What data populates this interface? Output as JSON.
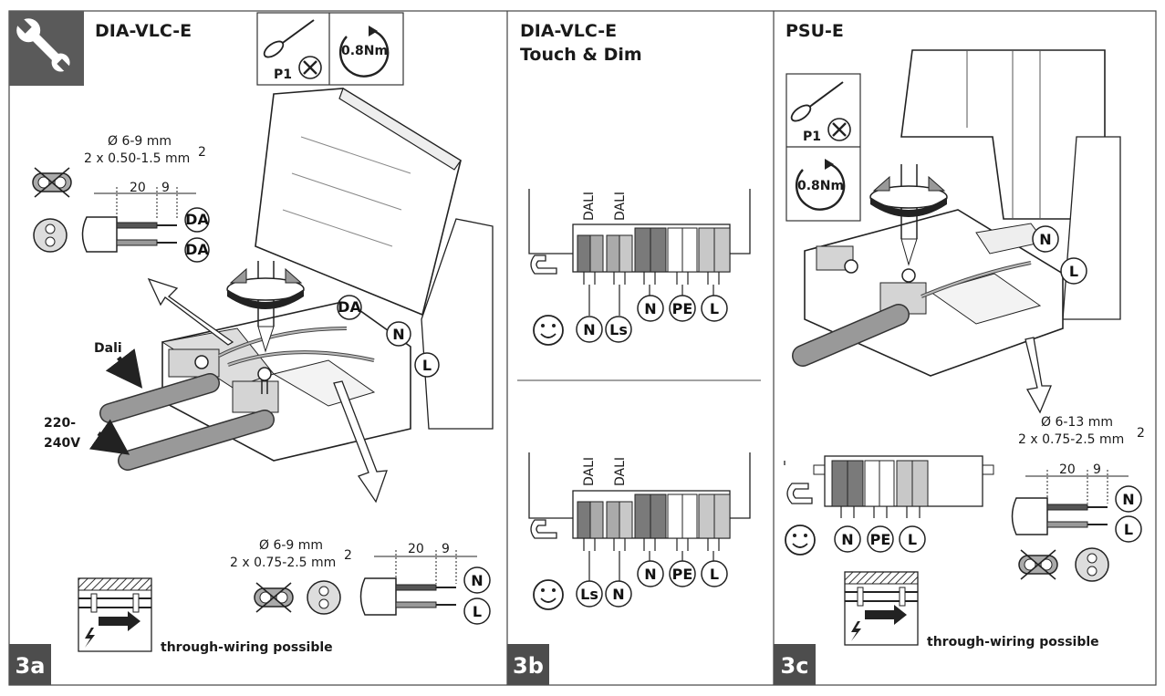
{
  "panels": {
    "a": {
      "title": "DIA-VLC-E",
      "number": "3a",
      "tool": {
        "screwdriver": "P1",
        "torque": "0.8Nm"
      },
      "cable_top": {
        "diameter": "Ø 6-9 mm",
        "section": "2 x 0.50-1.5 mm",
        "strip_outer": "20",
        "strip_inner": "9",
        "terminals": [
          "DA",
          "DA"
        ]
      },
      "cable_bottom": {
        "diameter": "Ø 6-9 mm",
        "section": "2 x 0.75-2.5 mm",
        "strip_outer": "20",
        "strip_inner": "9",
        "terminals": [
          "N",
          "L"
        ]
      },
      "device_terminals": [
        "DA",
        "N",
        "L"
      ],
      "inputs": {
        "dali": "Dali",
        "mains_1": "220-",
        "mains_2": "240V"
      },
      "note": "through-wiring possible"
    },
    "b": {
      "title_1": "DIA-VLC-E",
      "title_2": "Touch & Dim",
      "number": "3b",
      "top": {
        "col_labels": [
          "DALI",
          "DALI"
        ],
        "terminals": [
          "N",
          "PE",
          "L"
        ],
        "sensor_terminals": [
          "N",
          "Ls"
        ]
      },
      "bottom": {
        "col_labels": [
          "DALI",
          "DALI"
        ],
        "terminals": [
          "N",
          "PE",
          "L"
        ],
        "sensor_terminals": [
          "Ls",
          "N"
        ]
      }
    },
    "c": {
      "title": "PSU-E",
      "number": "3c",
      "tool": {
        "screwdriver": "P1",
        "torque": "0.8Nm"
      },
      "device_terminals": [
        "N",
        "L"
      ],
      "cable": {
        "diameter": "Ø 6-13 mm",
        "section": "2 x 0.75-2.5 mm",
        "strip_outer": "20",
        "strip_inner": "9",
        "terminals": [
          "N",
          "L"
        ]
      },
      "block_terminals": [
        "N",
        "PE",
        "L"
      ],
      "note": "through-wiring possible"
    }
  },
  "units": {
    "squared": "2"
  },
  "colors": {
    "panel_number_bg": "#4d4d4d",
    "dark_terminal": "#7a7a7a",
    "light_terminal": "#c8c8c8"
  }
}
